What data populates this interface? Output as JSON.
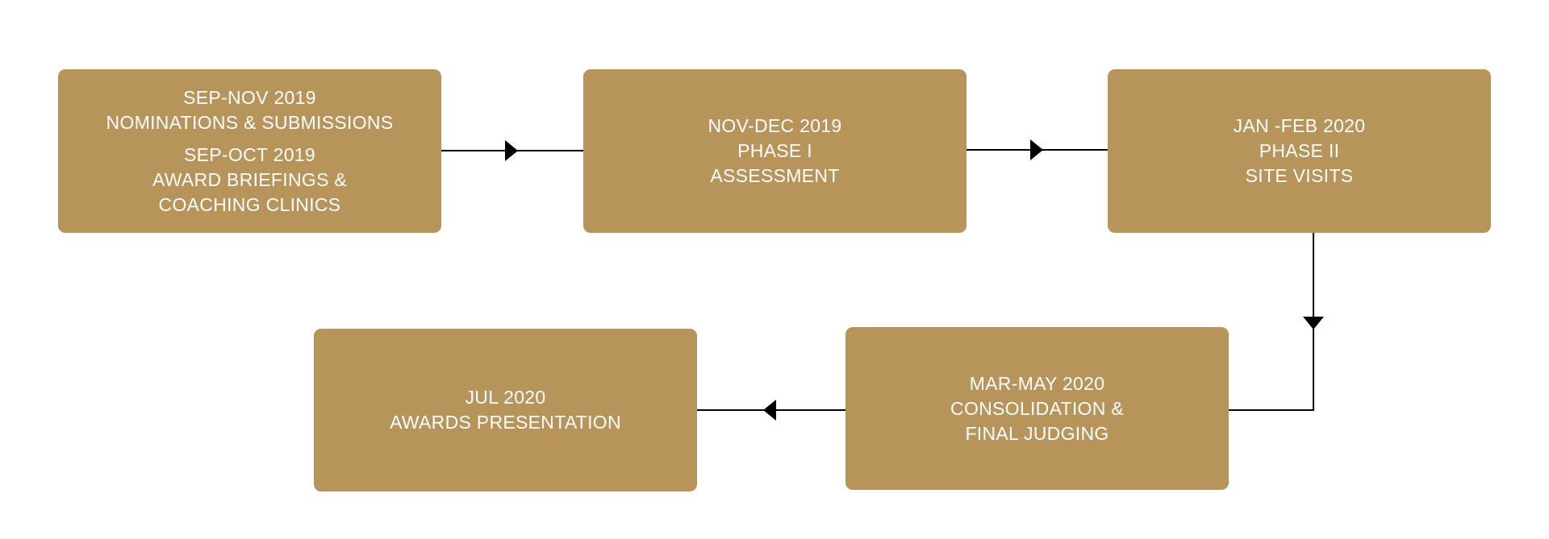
{
  "colors": {
    "box_fill": "#b6945a",
    "box_text": "#ffffff",
    "connector": "#000000"
  },
  "stages": [
    {
      "groups": [
        [
          "SEP-NOV 2019",
          "NOMINATIONS & SUBMISSIONS"
        ],
        [
          "SEP-OCT 2019",
          "AWARD BRIEFINGS &",
          "COACHING CLINICS"
        ]
      ]
    },
    {
      "groups": [
        [
          "NOV-DEC 2019",
          "PHASE I",
          "ASSESSMENT"
        ]
      ]
    },
    {
      "groups": [
        [
          "JAN -FEB 2020",
          "PHASE II",
          "SITE VISITS"
        ]
      ]
    },
    {
      "groups": [
        [
          "MAR-MAY 2020",
          "CONSOLIDATION &",
          "FINAL JUDGING"
        ]
      ]
    },
    {
      "groups": [
        [
          "JUL 2020",
          "AWARDS  PRESENTATION"
        ]
      ]
    }
  ]
}
